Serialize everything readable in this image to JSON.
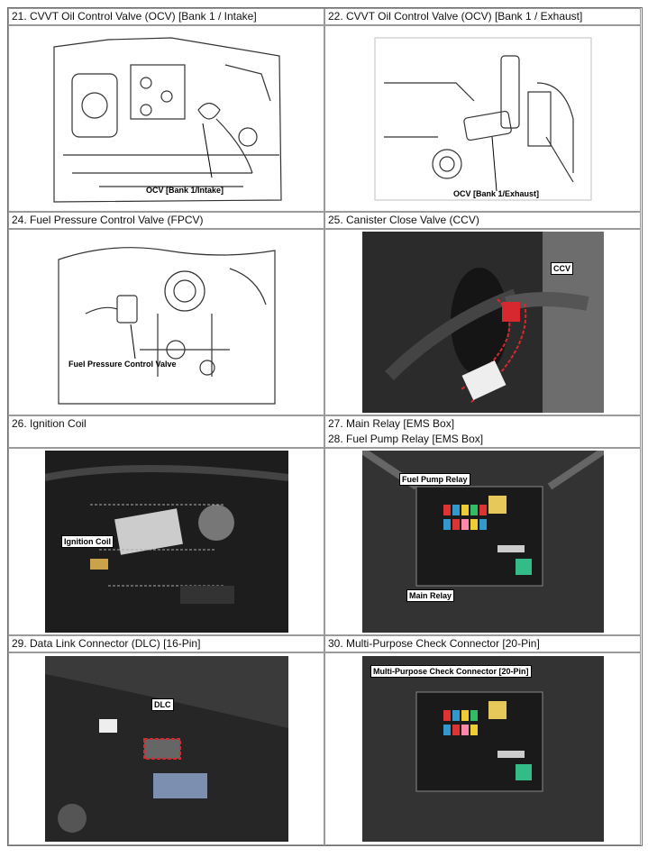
{
  "rows": [
    {
      "left_title": "21. CVVT Oil Control Valve (OCV) [Bank 1 / Intake]",
      "right_title": "22. CVVT Oil Control Valve (OCV) [Bank 1 / Exhaust]",
      "left_label": "OCV [Bank 1/Intake]",
      "right_label": "OCV [Bank 1/Exhaust]"
    },
    {
      "left_title": "24. Fuel Pressure Control Valve (FPCV)",
      "right_title": "25. Canister Close Valve (CCV)",
      "left_label": "Fuel Pressure Control Valve",
      "right_label": "CCV"
    },
    {
      "left_title": "26. Ignition Coil",
      "right_title_1": "27. Main Relay [EMS Box]",
      "right_title_2": "28. Fuel Pump Relay [EMS Box]",
      "left_label": "Ignition Coil",
      "right_label_1": "Fuel Pump Relay",
      "right_label_2": "Main Relay"
    },
    {
      "left_title": "29. Data Link Connector (DLC) [16-Pin]",
      "right_title": "30. Multi-Purpose Check Connector [20-Pin]",
      "left_label": "DLC",
      "right_label": "Multi-Purpose Check Connector [20-Pin]"
    }
  ],
  "colors": {
    "border": "#9a9a9a",
    "highlight": "#d8282f"
  }
}
